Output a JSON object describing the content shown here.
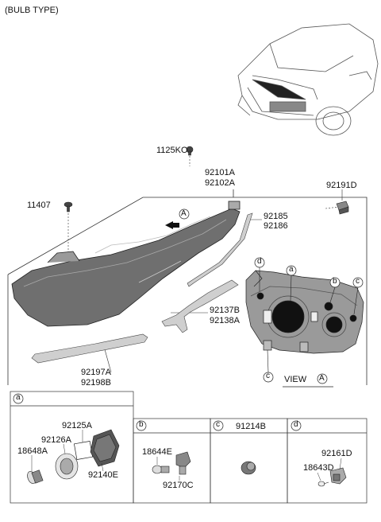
{
  "title": "(BULB TYPE)",
  "labels": {
    "p1125KO": "1125KO",
    "p92101A": "92101A",
    "p92102A": "92102A",
    "p92191D": "92191D",
    "p11407": "11407",
    "p92185": "92185",
    "p92186": "92186",
    "p92137B": "92137B",
    "p92138A": "92138A",
    "p92197A": "92197A",
    "p92198B": "92198B",
    "view": "VIEW"
  },
  "callouts": {
    "a": "a",
    "b": "b",
    "c": "c",
    "d": "d",
    "A": "A"
  },
  "panel_a": {
    "tag": "a",
    "parts": [
      "92125A",
      "92126A",
      "18648A",
      "92140E"
    ]
  },
  "panel_b": {
    "tag": "b",
    "parts": [
      "18644E",
      "92170C"
    ]
  },
  "panel_c": {
    "tag": "c",
    "part": "91214B"
  },
  "panel_d": {
    "tag": "d",
    "parts": [
      "92161D",
      "18643D"
    ]
  }
}
